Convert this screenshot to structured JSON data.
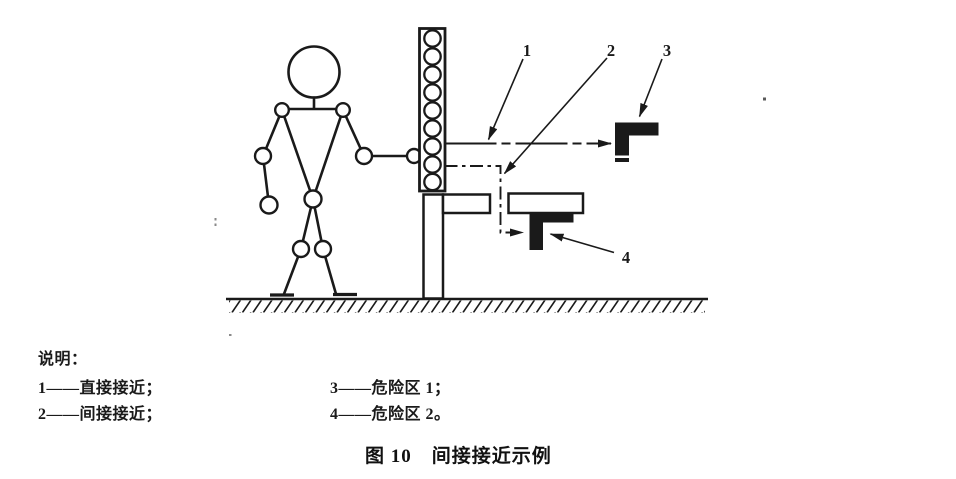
{
  "colors": {
    "ink": "#1a1a1a",
    "paper": "#ffffff"
  },
  "diagram": {
    "callouts": [
      {
        "n": "1"
      },
      {
        "n": "2"
      },
      {
        "n": "3"
      },
      {
        "n": "4"
      }
    ]
  },
  "legend": {
    "title": "说明：",
    "items": [
      {
        "text": "1——直接接近；"
      },
      {
        "text": "2——间接接近；"
      },
      {
        "text": "3——危险区 1；"
      },
      {
        "text": "4——危险区 2。"
      }
    ]
  },
  "caption": "图 10　间接接近示例"
}
